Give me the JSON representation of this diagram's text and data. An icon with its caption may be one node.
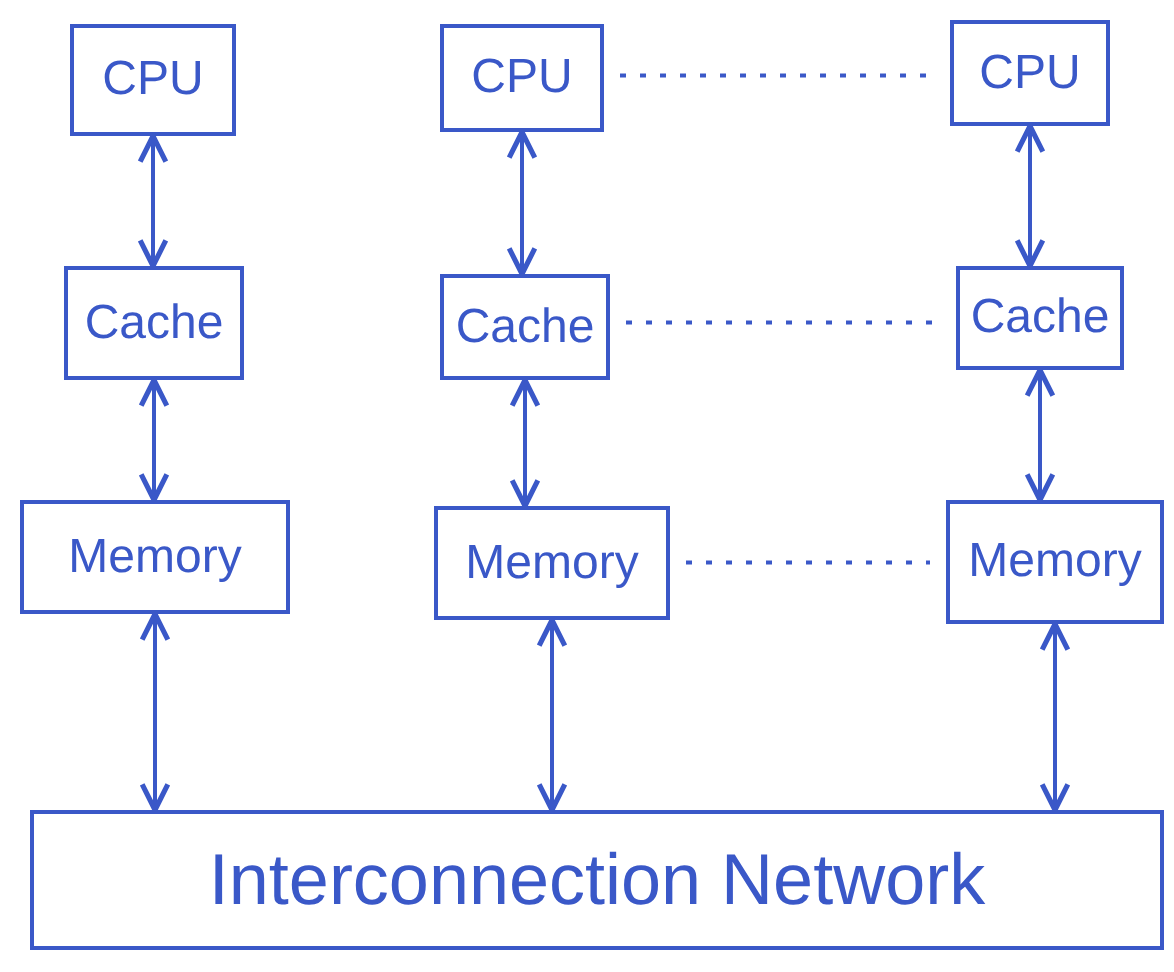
{
  "diagram": {
    "nodes": [
      {
        "text": [
          "CPU"
        ]
      },
      {
        "text": [
          "CPU"
        ]
      },
      {
        "text": [
          "CPU"
        ]
      },
      {
        "text": [
          "Cache"
        ]
      },
      {
        "text": [
          "Cache"
        ]
      },
      {
        "text": [
          "Cache"
        ]
      },
      {
        "text": [
          "Memory"
        ]
      },
      {
        "text": [
          "Memory"
        ]
      },
      {
        "text": [
          "Memory"
        ]
      },
      {
        "text": [
          "Interconnection Network"
        ]
      }
    ],
    "edges": [
      {
        "from": 0,
        "to": 3,
        "arrow": "both"
      },
      {
        "from": 1,
        "to": 4,
        "arrow": "both"
      },
      {
        "from": 2,
        "to": 5,
        "arrow": "both"
      },
      {
        "from": 3,
        "to": 6,
        "arrow": "both"
      },
      {
        "from": 4,
        "to": 7,
        "arrow": "both"
      },
      {
        "from": 5,
        "to": 8,
        "arrow": "both"
      },
      {
        "from": 6,
        "to": 9,
        "arrow": "both"
      },
      {
        "from": 7,
        "to": 9,
        "arrow": "both"
      },
      {
        "from": 8,
        "to": 9,
        "arrow": "both"
      },
      {
        "from": 1,
        "to": 2,
        "arrow": "none",
        "style": "dashed"
      },
      {
        "from": 4,
        "to": 5,
        "arrow": "none",
        "style": "dashed"
      },
      {
        "from": 7,
        "to": 8,
        "arrow": "none",
        "style": "dashed"
      }
    ]
  }
}
